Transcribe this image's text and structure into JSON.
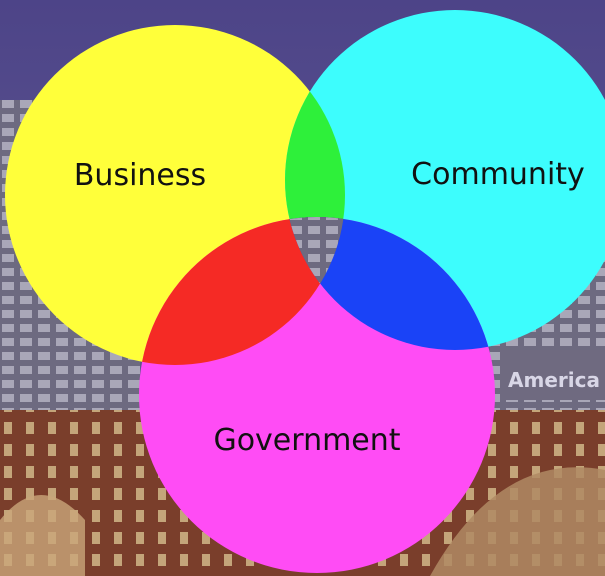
{
  "venn": {
    "circles": {
      "business": {
        "label": "Business",
        "color": "#FFFF3A"
      },
      "community": {
        "label": "Community",
        "color": "#3DFDFD"
      },
      "government": {
        "label": "Government",
        "color": "#FF4CF5"
      }
    },
    "overlaps": {
      "business_community": {
        "color": "#2EF03A"
      },
      "business_government": {
        "color": "#F52A25"
      },
      "community_government": {
        "color": "#1A43F7"
      }
    }
  },
  "background": {
    "sky_color": "#5A4F8A",
    "buildings_color": "#6E6B7E",
    "brick_color": "#7A3F2C",
    "sign_text": "America"
  }
}
